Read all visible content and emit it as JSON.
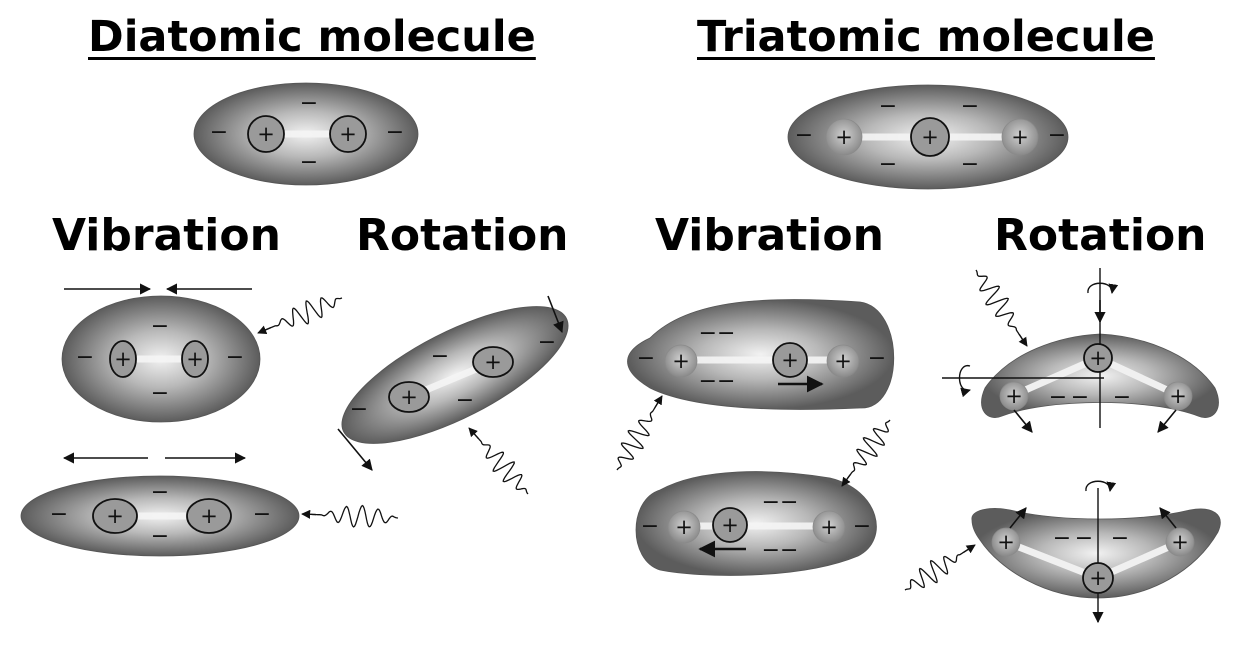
{
  "titles": {
    "diatomic": "Diatomic molecule",
    "triatomic": "Triatomic molecule"
  },
  "subtitles": {
    "diatomic_vibration": "Vibration",
    "diatomic_rotation": "Rotation",
    "triatomic_vibration": "Vibration",
    "triatomic_rotation": "Rotation"
  },
  "symbols": {
    "positive": "+",
    "negative": "−",
    "double_negative": "−−"
  },
  "colors": {
    "cloud_outer": "#5f5f5f",
    "cloud_inner": "#eeeeee",
    "line": "#111111"
  },
  "icons": [
    "electron-cloud",
    "nucleus",
    "photon-wave",
    "arrow",
    "rotation-axis"
  ]
}
